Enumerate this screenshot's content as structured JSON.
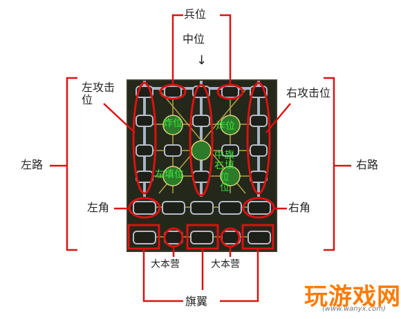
{
  "labels": {
    "bing_wei": "兵位",
    "zhong_wei": "中位",
    "arrow": "↓",
    "zuo_gong_ji_wei": "左攻击位",
    "you_gong_ji_wei": "右攻击位",
    "zuo_lu": "左路",
    "you_lu": "右路",
    "zuo_jiao": "左角",
    "you_jiao": "右角",
    "da_ben_ying_left": "大本营",
    "da_ben_ying_right": "大本营",
    "qi_yi": "旗翼"
  },
  "board_labels": {
    "zha_wei_left": "炸位",
    "zha_wei_right": "炸位",
    "zuo_tian_wei": "左填位",
    "zhong_you_tian_wei_col1": "中右",
    "zhong_you_tian_wei_col2": "旗填",
    "zhong_you_tian_wei_col3": "位位"
  },
  "watermark": {
    "logo": "玩游戏网",
    "url": "(www.wanyx.com)"
  },
  "colors": {
    "annotation": "#dd1111",
    "board_bg": "#23281a",
    "rail": "#a8b4c8",
    "camp": "#2c7a2a",
    "label_green": "#39e53a",
    "logo": "#ff7a00"
  }
}
